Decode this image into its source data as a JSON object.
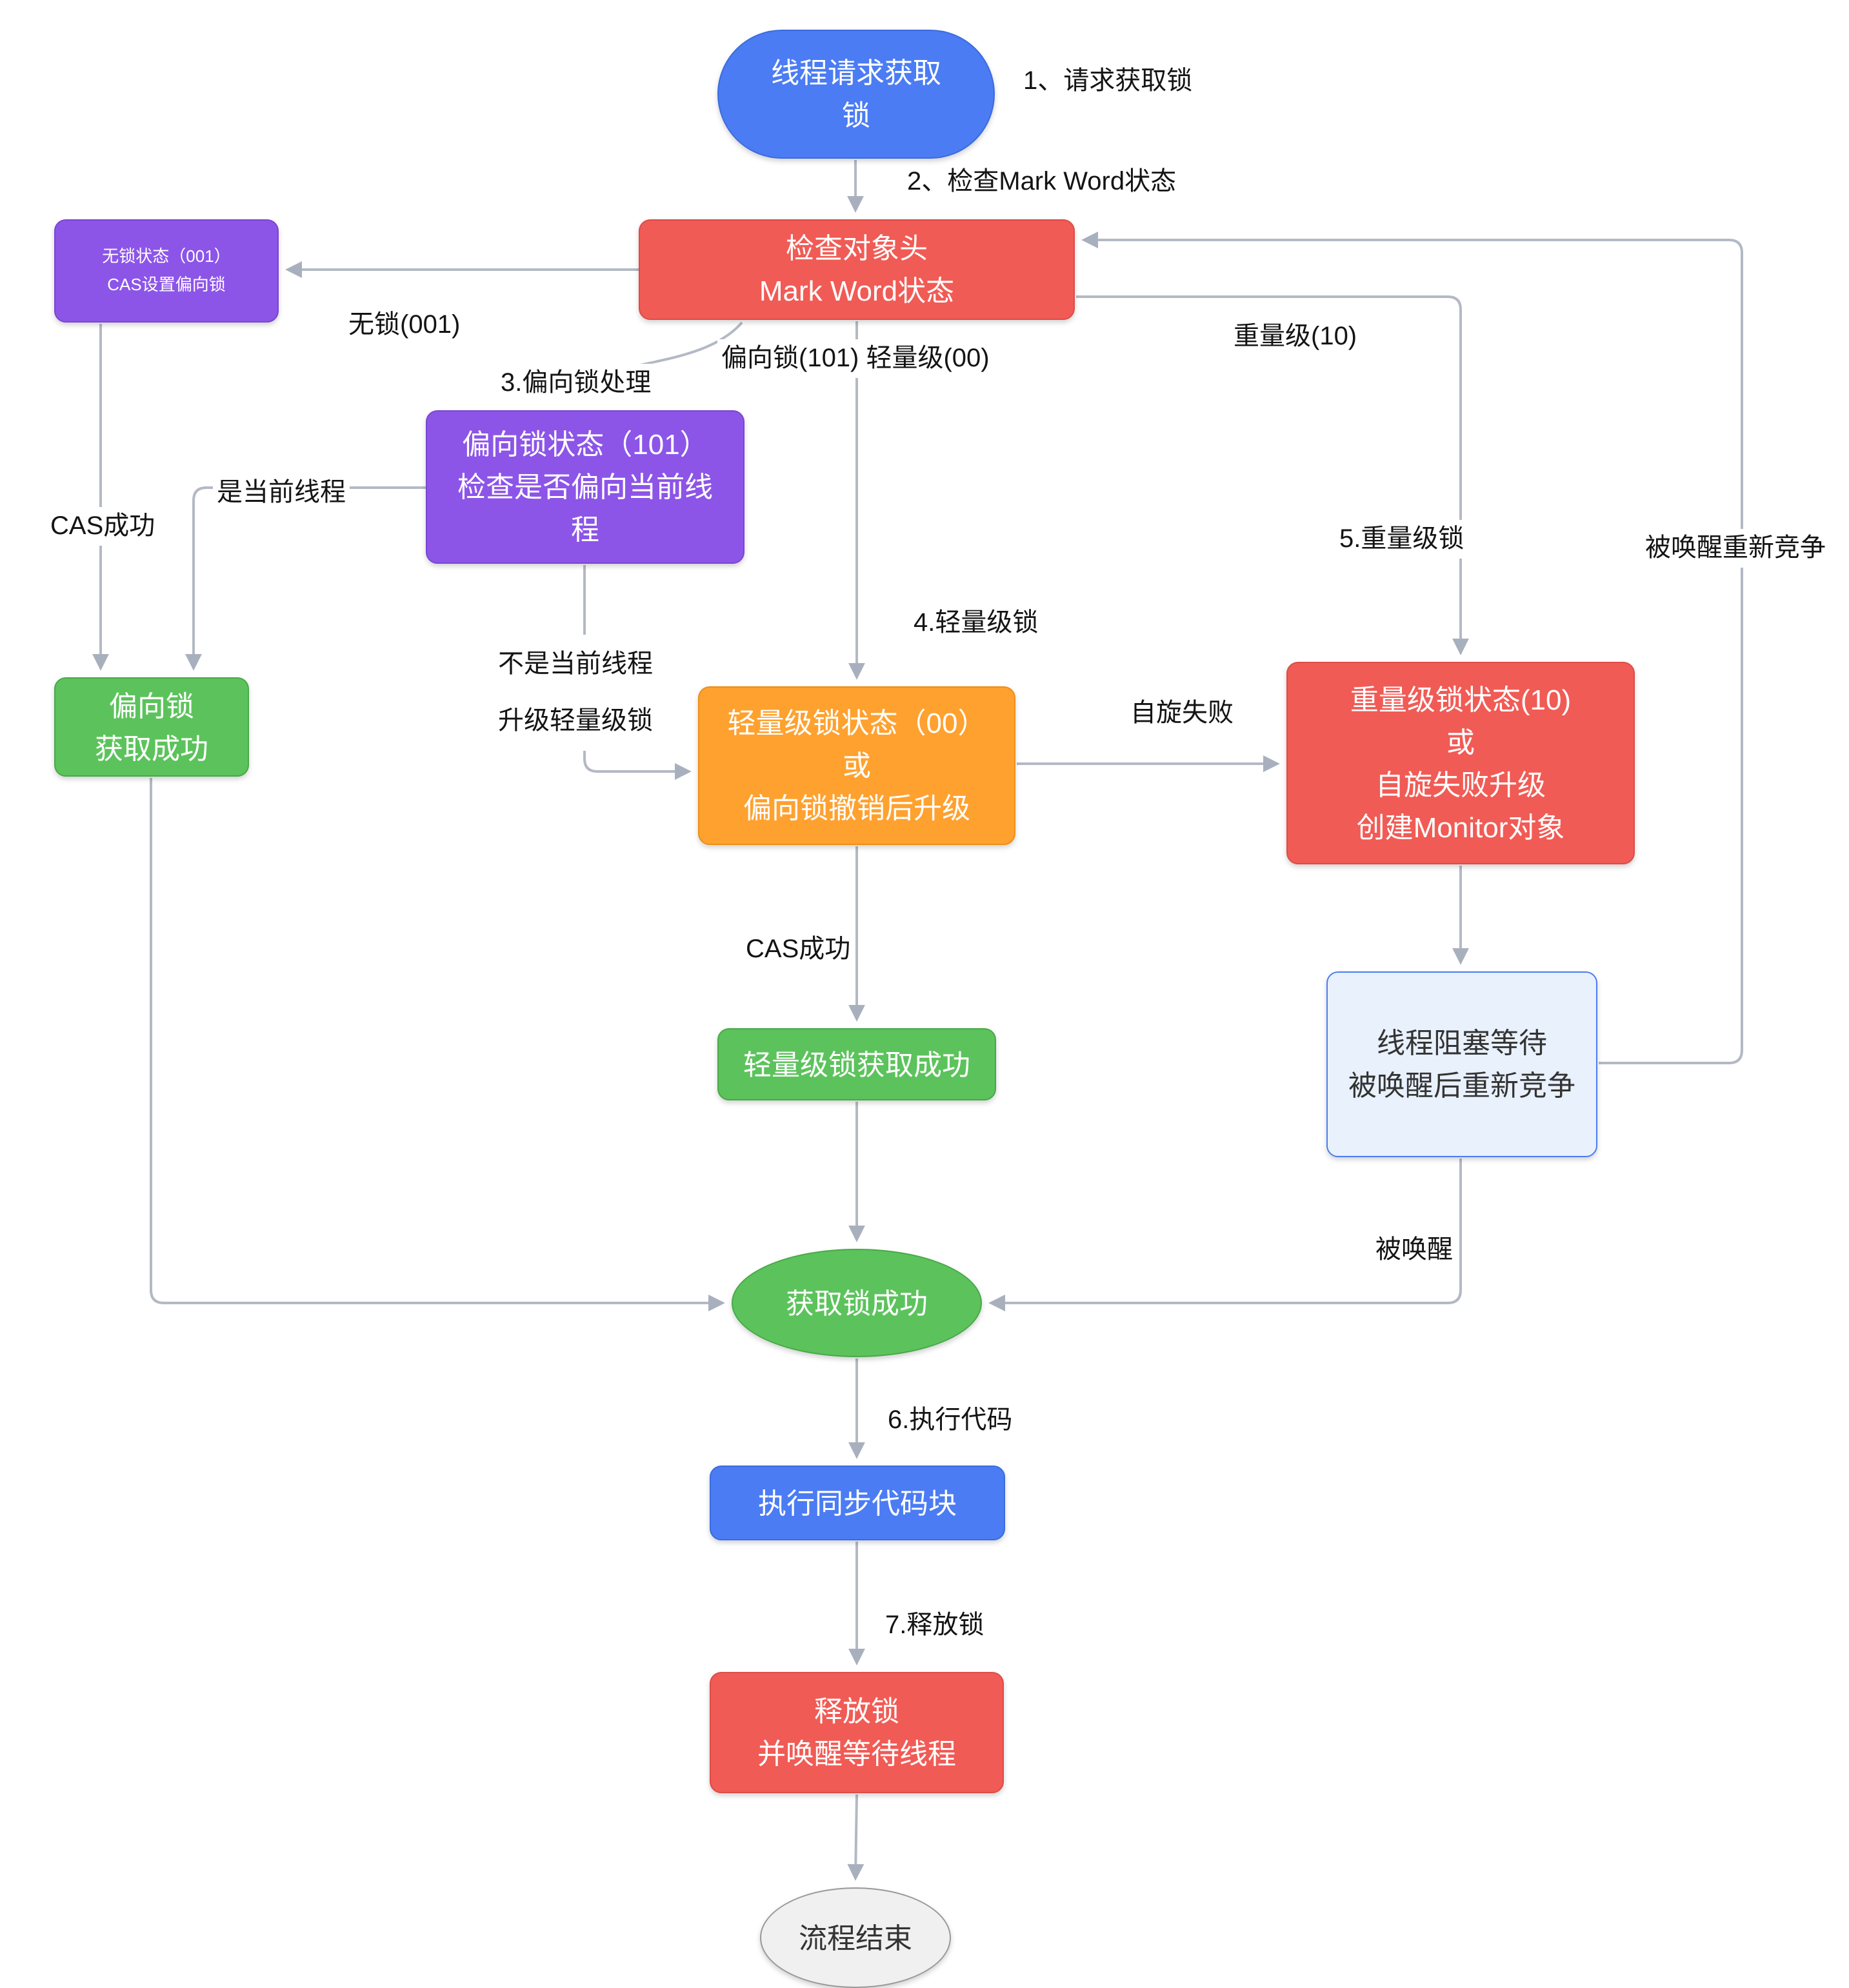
{
  "colors": {
    "blue": "#4b7cf3",
    "red": "#f15b55",
    "purple": "#8c55e8",
    "green": "#5cc35c",
    "orange": "#ffa12f",
    "lightblue_bg": "#e9f1fd",
    "lightblue_border": "#4b7cf3",
    "gray_bg": "#f0f0f0",
    "arrow": "#b3b9c4"
  },
  "nodes": {
    "start": {
      "label": "线程请求获取\n锁"
    },
    "check_markword": {
      "label": "检查对象头\nMark Word状态"
    },
    "no_lock": {
      "label": "无锁状态（001）\nCAS设置偏向锁"
    },
    "biased_check": {
      "label": "偏向锁状态（101）\n检查是否偏向当前线\n程"
    },
    "biased_success": {
      "label": "偏向锁\n获取成功"
    },
    "lightweight": {
      "label": "轻量级锁状态（00）\n或\n偏向锁撤销后升级"
    },
    "heavyweight": {
      "label": "重量级锁状态(10)\n或\n自旋失败升级\n创建Monitor对象"
    },
    "lightweight_success": {
      "label": "轻量级锁获取成功"
    },
    "blocked": {
      "label": "线程阻塞等待\n被唤醒后重新竞争"
    },
    "acquired": {
      "label": "获取锁成功"
    },
    "execute": {
      "label": "执行同步代码块"
    },
    "release": {
      "label": "释放锁\n并唤醒等待线程"
    },
    "end": {
      "label": "流程结束"
    }
  },
  "labels": {
    "step1": "1、请求获取锁",
    "step2": "2、检查Mark Word状态",
    "no_lock_001": "无锁(001)",
    "step3": "3.偏向锁处理",
    "is_current_thread": "是当前线程",
    "cas_success_left": "CAS成功",
    "not_current_thread": "不是当前线程\n升级轻量级锁",
    "biased_or_light": "偏向锁(101) 轻量级(00)",
    "step4": "4.轻量级锁",
    "spin_fail": "自旋失败",
    "step5": "5.重量级锁",
    "heavy_10": "重量级(10)",
    "rewake_compete": "被唤醒重新竞争",
    "cas_success_mid": "CAS成功",
    "woken": "被唤醒",
    "step6": "6.执行代码",
    "step7": "7.释放锁"
  }
}
